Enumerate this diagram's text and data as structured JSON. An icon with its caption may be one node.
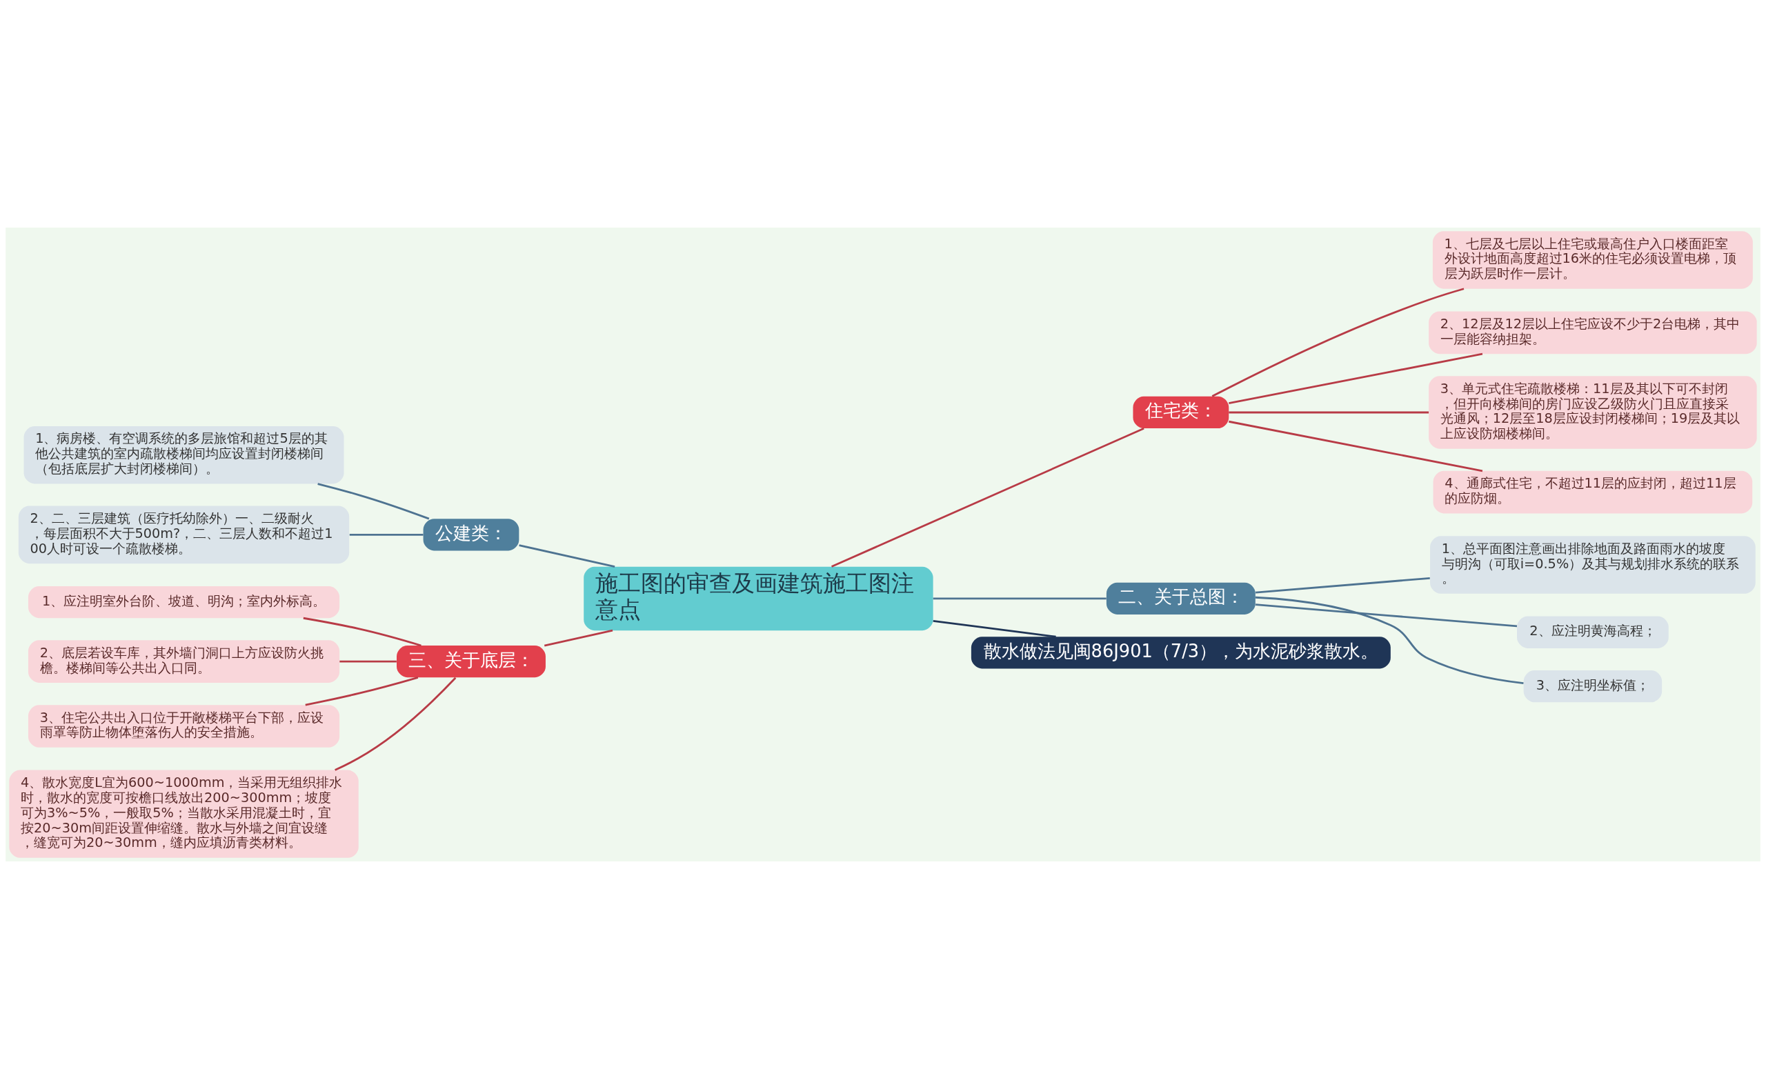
{
  "diagram": {
    "nodes": [
      {
        "text": [
          "施工图的审查及画建筑施工图注意点"
        ]
      },
      {
        "text": [
          "公建类："
        ]
      },
      {
        "text": [
          "1、病房楼、有空调系统的多层旅馆和超过5层的其他公共建筑的室内疏散楼梯间均应设置封闭楼梯间（包括底层扩大封闭楼梯间）。"
        ]
      },
      {
        "text": [
          "2、二、三层建筑（医疗托幼除外）一、二级耐火，每层面积不大于500m?，二、三层人数和不超过100人时可设一个疏散楼梯。"
        ]
      },
      {
        "text": [
          "三、关于底层："
        ]
      },
      {
        "text": [
          "1、应注明室外台阶、坡道、明沟；室内外标高。"
        ]
      },
      {
        "text": [
          "2、底层若设车库，其外墙门洞口上方应设防火挑檐。楼梯间等公共出入口同。"
        ]
      },
      {
        "text": [
          "3、住宅公共出入口位于开敞楼梯平台下部，应设雨罩等防止物体堕落伤人的安全措施。"
        ]
      },
      {
        "text": [
          "4、散水宽度L宜为600~1000mm，当采用无组织排水时，散水的宽度可按檐口线放出200~300mm；坡度可为3%~5%，一般取5%；当散水采用混凝土时，宜按20~30m间距设置伸缩缝。散水与外墙之间宜设缝，缝宽可为20~30mm，缝内应填沥青类材料。"
        ]
      },
      {
        "text": [
          "住宅类："
        ]
      },
      {
        "text": [
          "1、七层及七层以上住宅或最高住户入口楼面距室外设计地面高度超过16米的住宅必须设置电梯，顶层为跃层时作一层计。"
        ]
      },
      {
        "text": [
          "2、12层及12层以上住宅应设不少于2台电梯，其中一层能容纳担架。"
        ]
      },
      {
        "text": [
          "3、单元式住宅疏散楼梯：11层及其以下可不封闭，但开向楼梯间的房门应设乙级防火门且应直接采光通风；12层至18层应设封闭楼梯间；19层及其以上应设防烟楼梯间。"
        ]
      },
      {
        "text": [
          "4、通廊式住宅，不超过11层的应封闭，超过11层的应防烟。"
        ]
      },
      {
        "text": [
          "二、关于总图："
        ]
      },
      {
        "text": [
          "1、总平面图注意画出排除地面及路面雨水的坡度与明沟（可取i=0.5%）及其与规划排水系统的联系。"
        ]
      },
      {
        "text": [
          "2、应注明黄海高程；"
        ]
      },
      {
        "text": [
          "3、应注明坐标值；"
        ]
      },
      {
        "text": [
          "散水做法见闽86J901（7/3），为水泥砂浆散水。"
        ]
      }
    ],
    "edges": [
      {
        "from": 0,
        "to": 1,
        "arrow": "none",
        "color": "#4e7391"
      },
      {
        "from": 1,
        "to": 2,
        "arrow": "none",
        "color": "#4e7391"
      },
      {
        "from": 1,
        "to": 3,
        "arrow": "none",
        "color": "#4e7391"
      },
      {
        "from": 0,
        "to": 4,
        "arrow": "none"
      },
      {
        "from": 4,
        "to": 5,
        "arrow": "none"
      },
      {
        "from": 4,
        "to": 6,
        "arrow": "none"
      },
      {
        "from": 4,
        "to": 7,
        "arrow": "none"
      },
      {
        "from": 4,
        "to": 8,
        "arrow": "none"
      },
      {
        "from": 0,
        "to": 9,
        "arrow": "none"
      },
      {
        "from": 9,
        "to": 10,
        "arrow": "none"
      },
      {
        "from": 9,
        "to": 11,
        "arrow": "none"
      },
      {
        "from": 9,
        "to": 12,
        "arrow": "none"
      },
      {
        "from": 9,
        "to": 13,
        "arrow": "none"
      },
      {
        "from": 0,
        "to": 14,
        "arrow": "none",
        "color": "#4e7391"
      },
      {
        "from": 14,
        "to": 15,
        "arrow": "none",
        "color": "#4e7391"
      },
      {
        "from": 14,
        "to": 16,
        "arrow": "none",
        "color": "#4e7391"
      },
      {
        "from": 14,
        "to": 17,
        "arrow": "none",
        "color": "#4e7391"
      },
      {
        "from": 0,
        "to": 18,
        "arrow": "none",
        "color": "#1f3556"
      }
    ]
  }
}
